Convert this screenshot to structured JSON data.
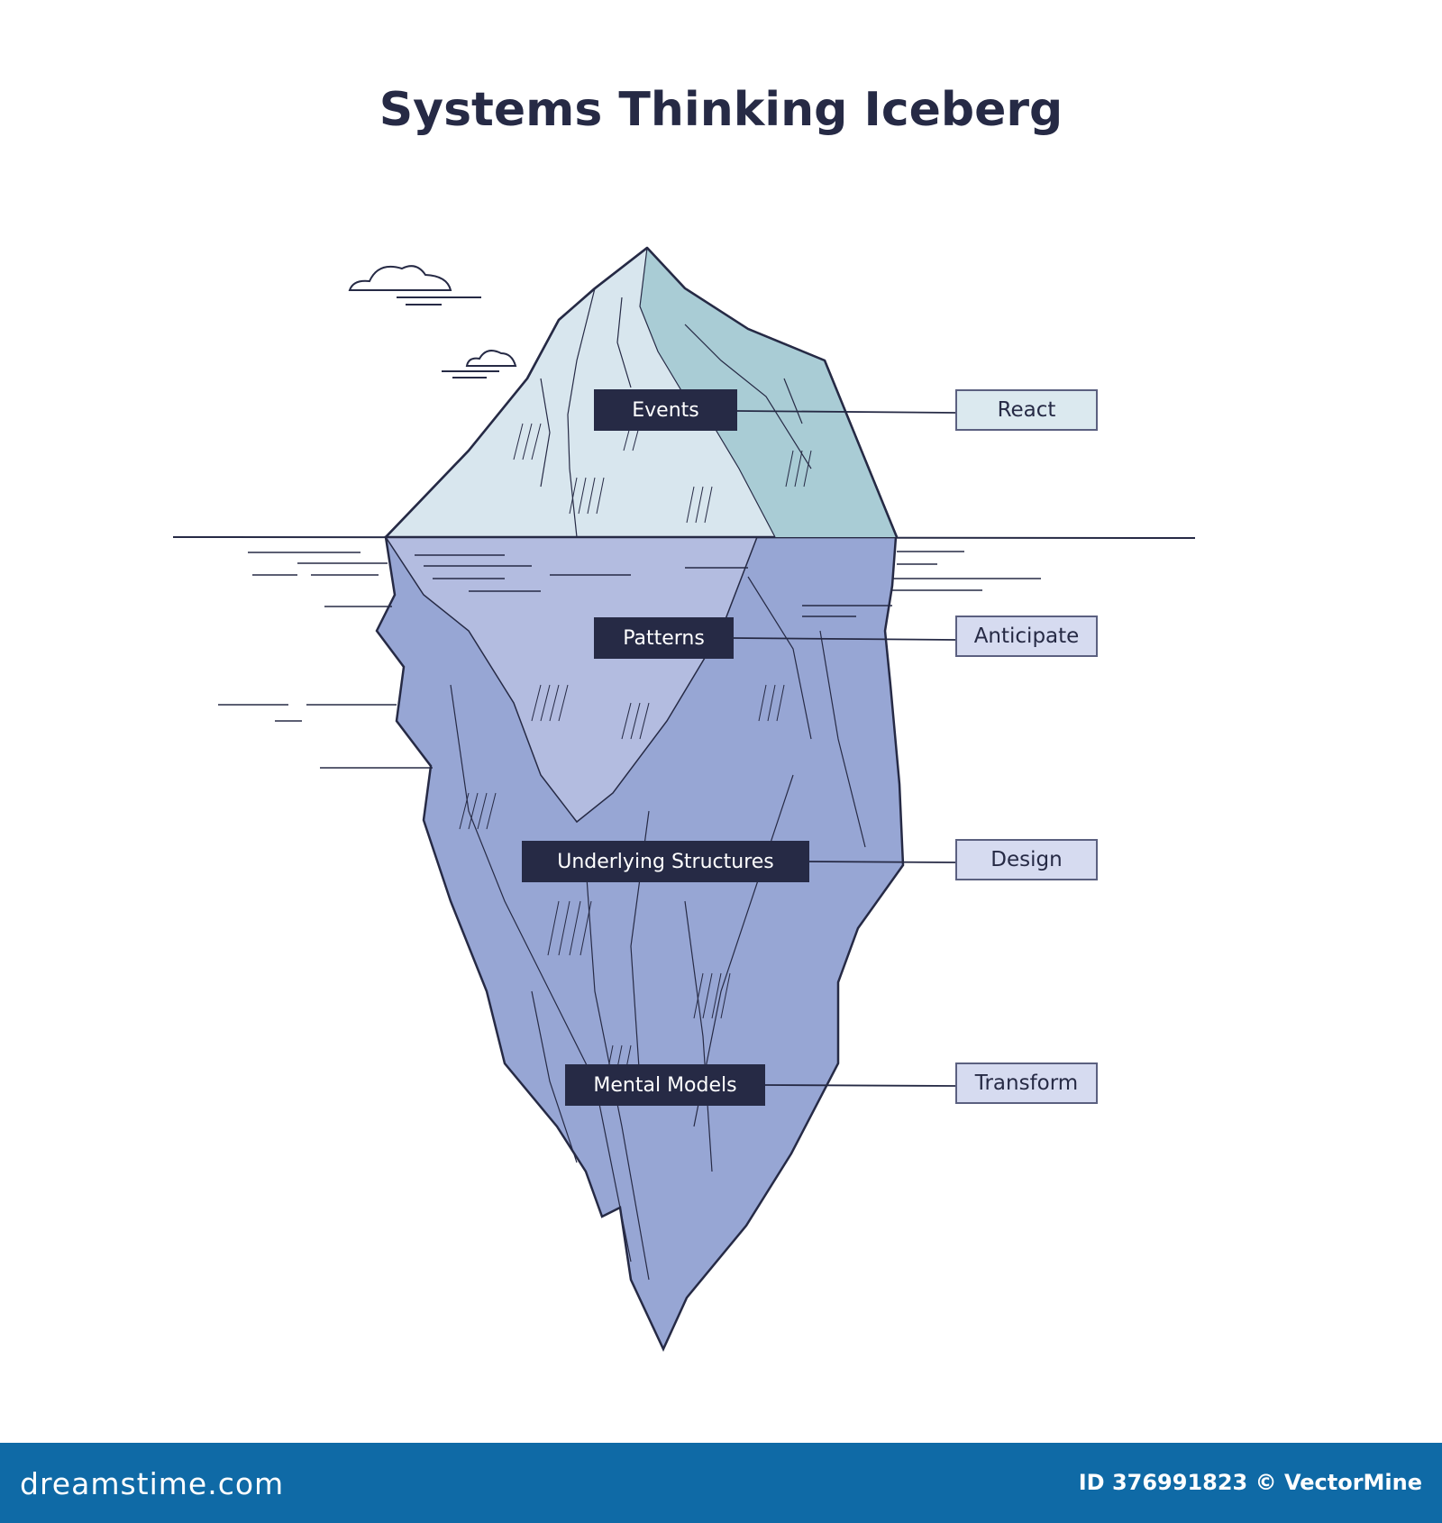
{
  "title": "Systems Thinking Iceberg",
  "levels": [
    {
      "label": "Events",
      "action": "React"
    },
    {
      "label": "Patterns",
      "action": "Anticipate"
    },
    {
      "label": "Underlying Structures",
      "action": "Design"
    },
    {
      "label": "Mental Models",
      "action": "Transform"
    }
  ],
  "colors": {
    "ink": "#262a45",
    "tip_light": "#d8e6ee",
    "tip_shadow": "#a9ccd5",
    "submerged_light": "#b3bce0",
    "submerged_dark": "#97a6d4",
    "action_react_bg": "#dbe9ef",
    "action_other_bg": "#d6dbf0",
    "footer_bg": "#0f6aa6"
  },
  "footer": {
    "brand": "dreamstime.com",
    "credit": "ID 376991823 © VectorMine"
  }
}
